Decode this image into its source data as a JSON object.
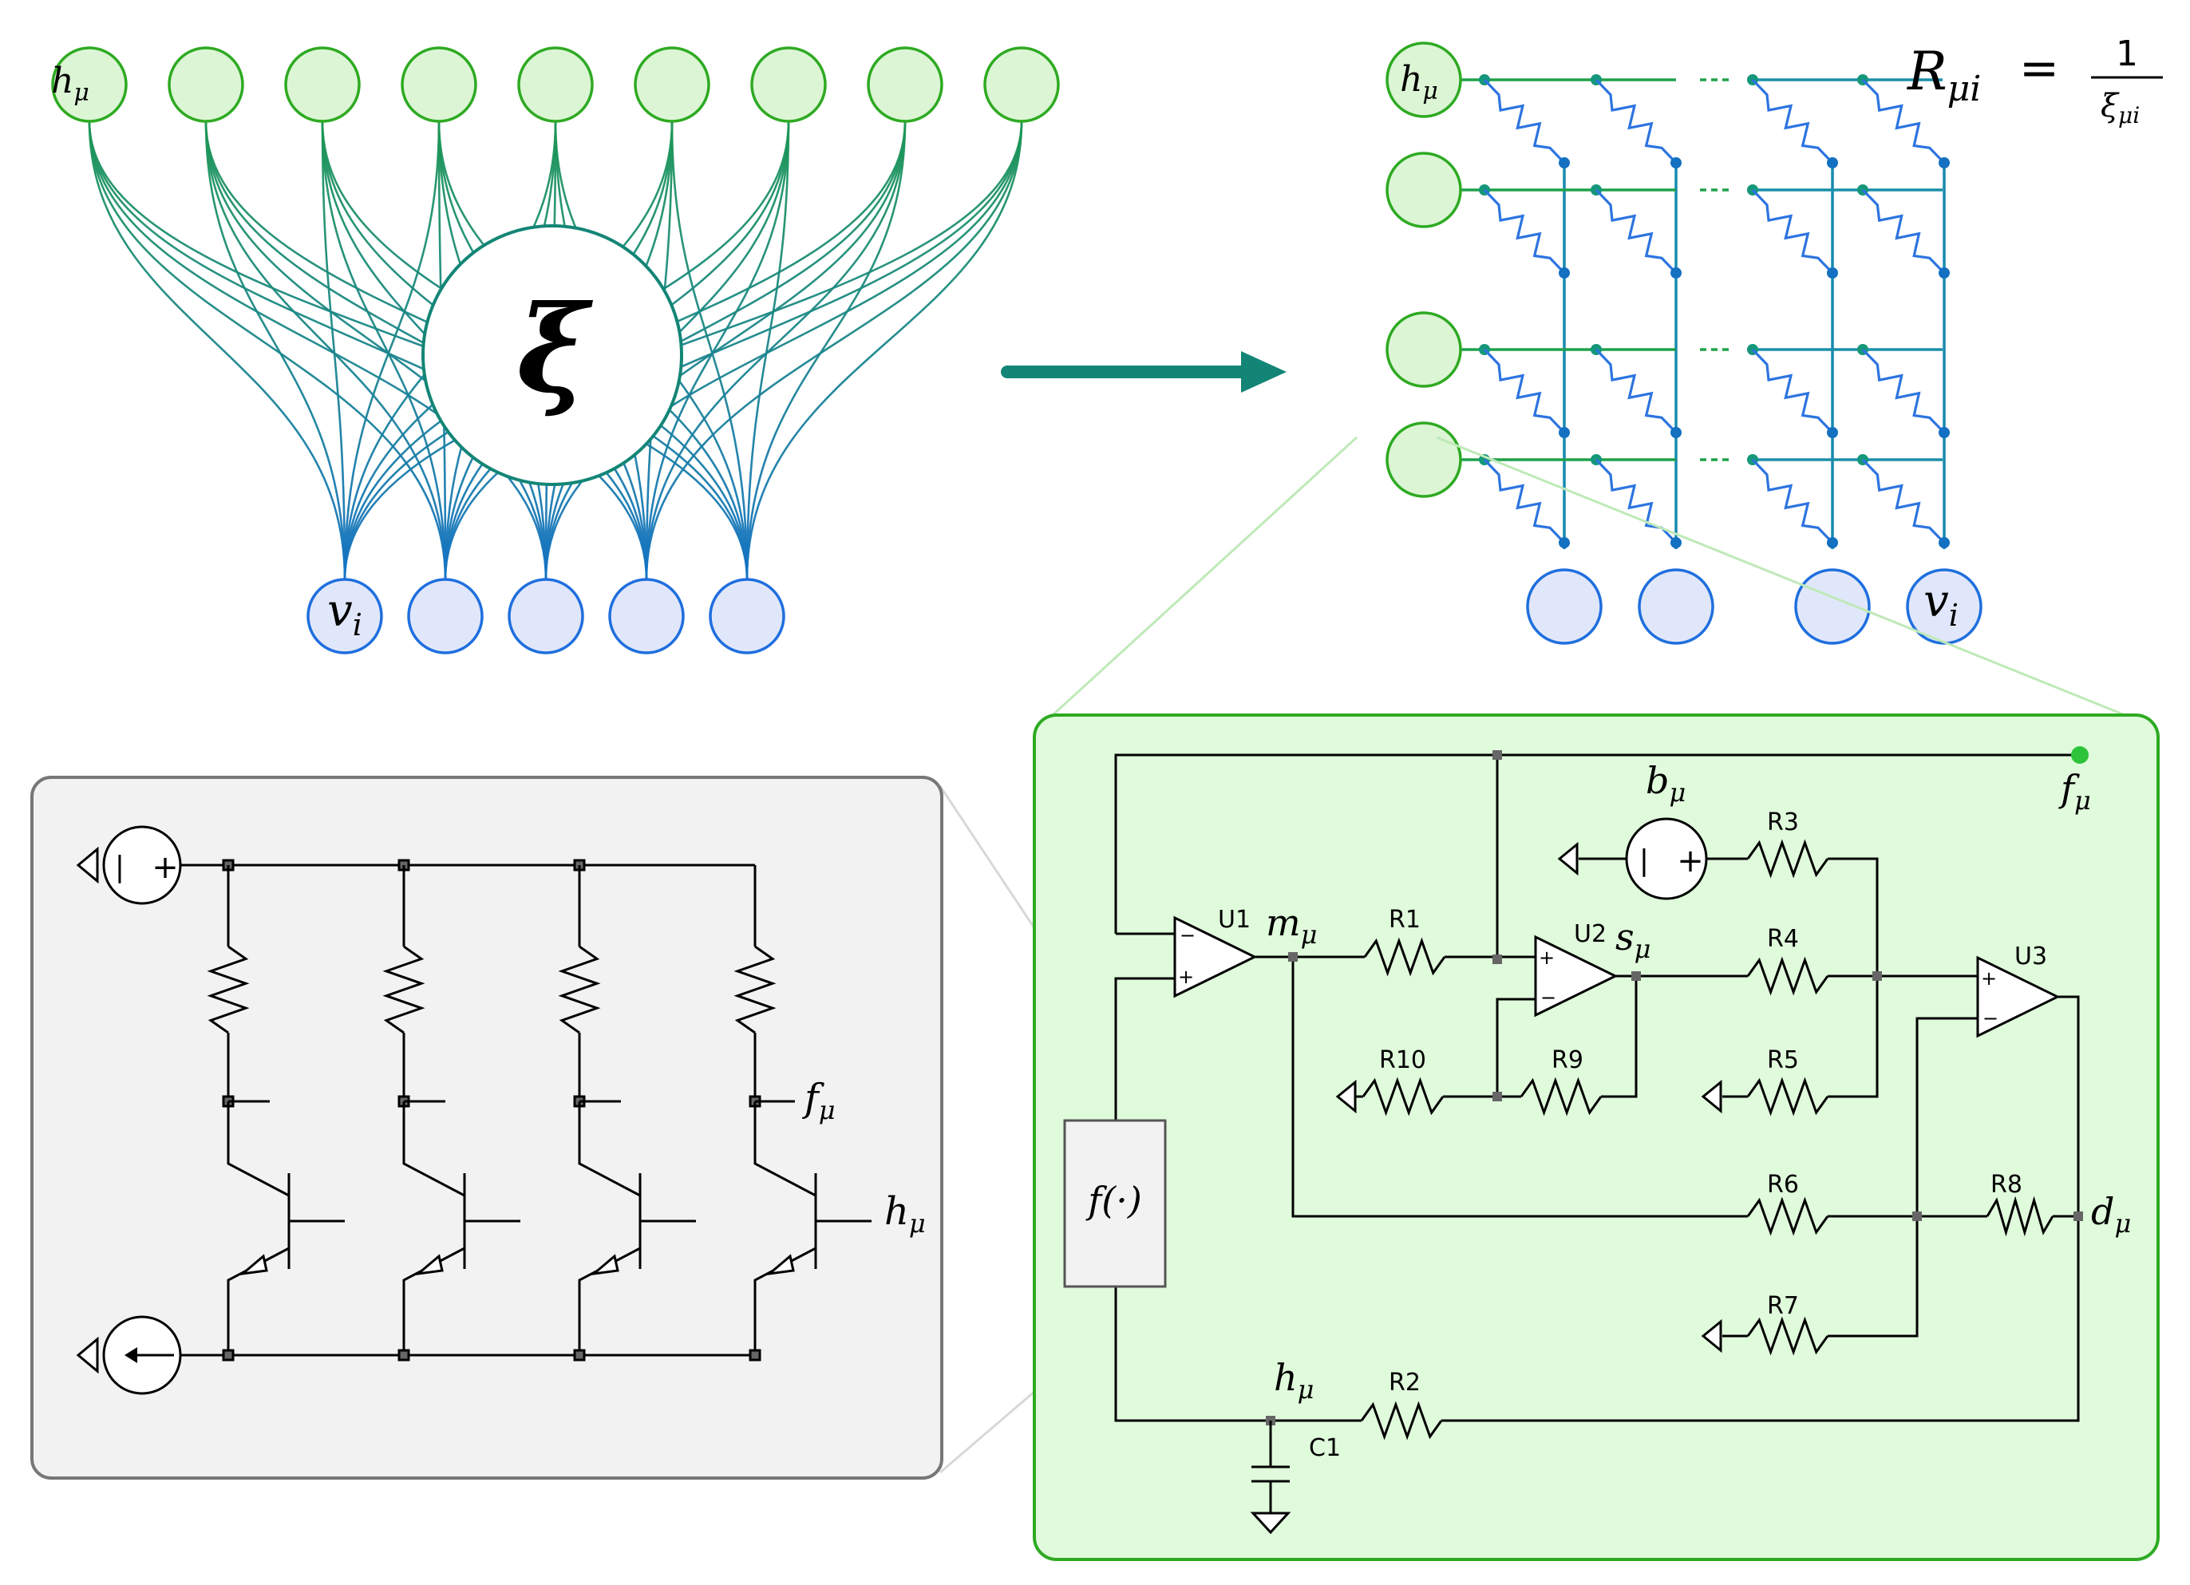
{
  "network": {
    "hidden_label": "h",
    "hidden_sub": "μ",
    "visible_label": "v",
    "visible_sub": "i",
    "weights_symbol": "ξ",
    "hidden_units": 9,
    "visible_units": 5
  },
  "crossbar": {
    "formula_R": "R",
    "formula_R_sub": "μi",
    "formula_equals": "=",
    "formula_num": "1",
    "formula_den": "ξ",
    "formula_den_sub": "μi",
    "hidden_label": "h",
    "hidden_sub": "μ",
    "visible_label": "v",
    "visible_sub": "i",
    "rows": 4,
    "cols": 4
  },
  "transistor_circuit": {
    "out_f": "f",
    "out_f_sub": "μ",
    "out_h": "h",
    "out_h_sub": "μ",
    "source_top_minus": "|",
    "source_top_plus": "+"
  },
  "opamp_circuit": {
    "u1": "U1",
    "u2": "U2",
    "u3": "U3",
    "r1": "R1",
    "r2": "R2",
    "r3": "R3",
    "r4": "R4",
    "r5": "R5",
    "r6": "R6",
    "r7": "R7",
    "r8": "R8",
    "r9": "R9",
    "r10": "R10",
    "c1": "C1",
    "m": "m",
    "m_sub": "μ",
    "s": "s",
    "s_sub": "μ",
    "b": "b",
    "b_sub": "μ",
    "f": "f",
    "f_sub": "μ",
    "d": "d",
    "d_sub": "μ",
    "h": "h",
    "h_sub": "μ",
    "activation": "f(·)",
    "source_minus": "|",
    "source_plus": "+"
  },
  "colors": {
    "hidden_fill": "#dcf5d5",
    "hidden_stroke": "#2eaa22",
    "visible_fill": "#e1e7fa",
    "visible_stroke": "#1f6fde",
    "arrow": "#128576",
    "resistor": "#2d74e0",
    "green_panel": "#e0fadc",
    "gray_panel": "#f2f2f2"
  }
}
